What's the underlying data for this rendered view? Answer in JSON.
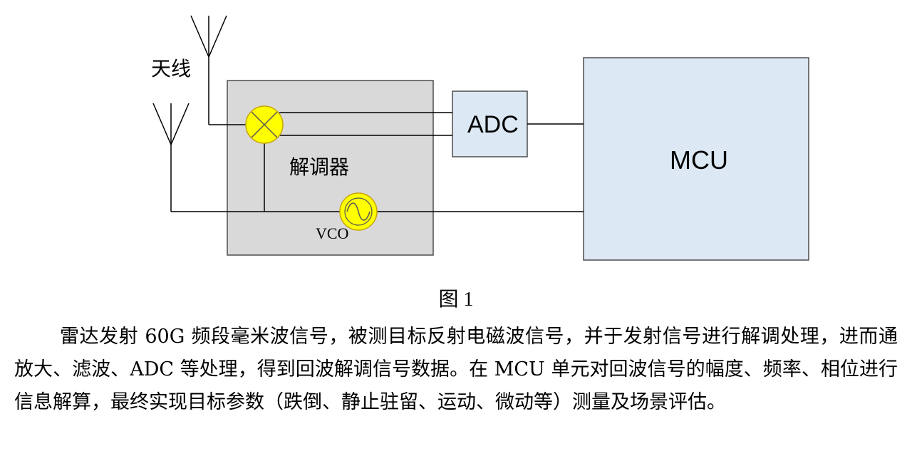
{
  "diagram": {
    "antenna_label": "天线",
    "demodulator_label": "解调器",
    "vco_label": "VCO",
    "adc_label": "ADC",
    "mcu_label": "MCU",
    "colors": {
      "demodulator_fill": "#d9d9d9",
      "block_fill": "#dce8f4",
      "component_fill": "#ffff00",
      "component_stroke": "#c9a400",
      "line": "#000000"
    }
  },
  "caption": "图 1",
  "paragraph": "雷达发射 60G 频段毫米波信号，被测目标反射电磁波信号，并于发射信号进行解调处理，进而通放大、滤波、ADC 等处理，得到回波解调信号数据。在 MCU 单元对回波信号的幅度、频率、相位进行信息解算，最终实现目标参数（跌倒、静止驻留、运动、微动等）测量及场景评估。"
}
